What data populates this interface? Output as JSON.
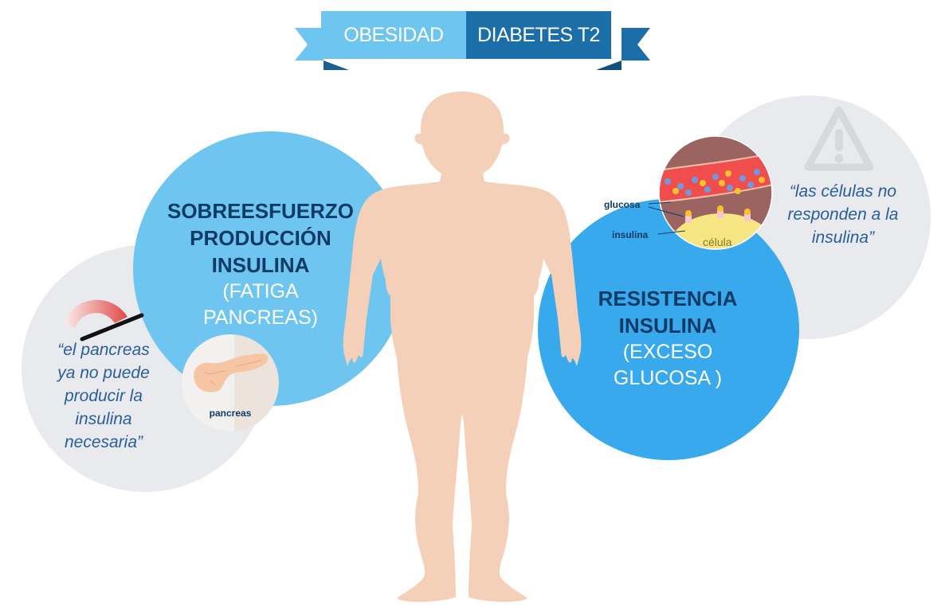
{
  "banner": {
    "left_label": "OBESIDAD",
    "right_label": "DIABETES T2",
    "left_color": "#6ec6f0",
    "right_color": "#1b6ea8",
    "fold_color": "#134f7d"
  },
  "left_panel": {
    "heading_lines": [
      "SOBREESFUERZO",
      "PRODUCCIÓN",
      "INSULINA"
    ],
    "sub_lines": [
      "(FATIGA",
      "PANCREAS)"
    ],
    "circle_color": "#6ec6f0",
    "quote_lines": [
      "“el pancreas",
      "ya no puede",
      "producir la",
      "insulina",
      "necesaria”"
    ],
    "organ_label": "pancreas",
    "gauge_icon": "gauge-icon"
  },
  "right_panel": {
    "heading_lines": [
      "RESISTENCIA",
      "INSULINA"
    ],
    "sub_lines": [
      "(EXCESO",
      "GLUCOSA )"
    ],
    "circle_color": "#39a9ee",
    "quote_lines": [
      "“las células no",
      "responden a la",
      "insulina”"
    ],
    "warning_icon": "warning-icon",
    "cell_diagram": {
      "glucose_label": "glucosa",
      "insulin_label": "insulina",
      "cell_label": "célula"
    }
  },
  "colors": {
    "skin": "#f5d0b8",
    "quote_bg": "#e8eaee",
    "heading": "#0d3b66",
    "quote_text": "#2a5d9f"
  }
}
